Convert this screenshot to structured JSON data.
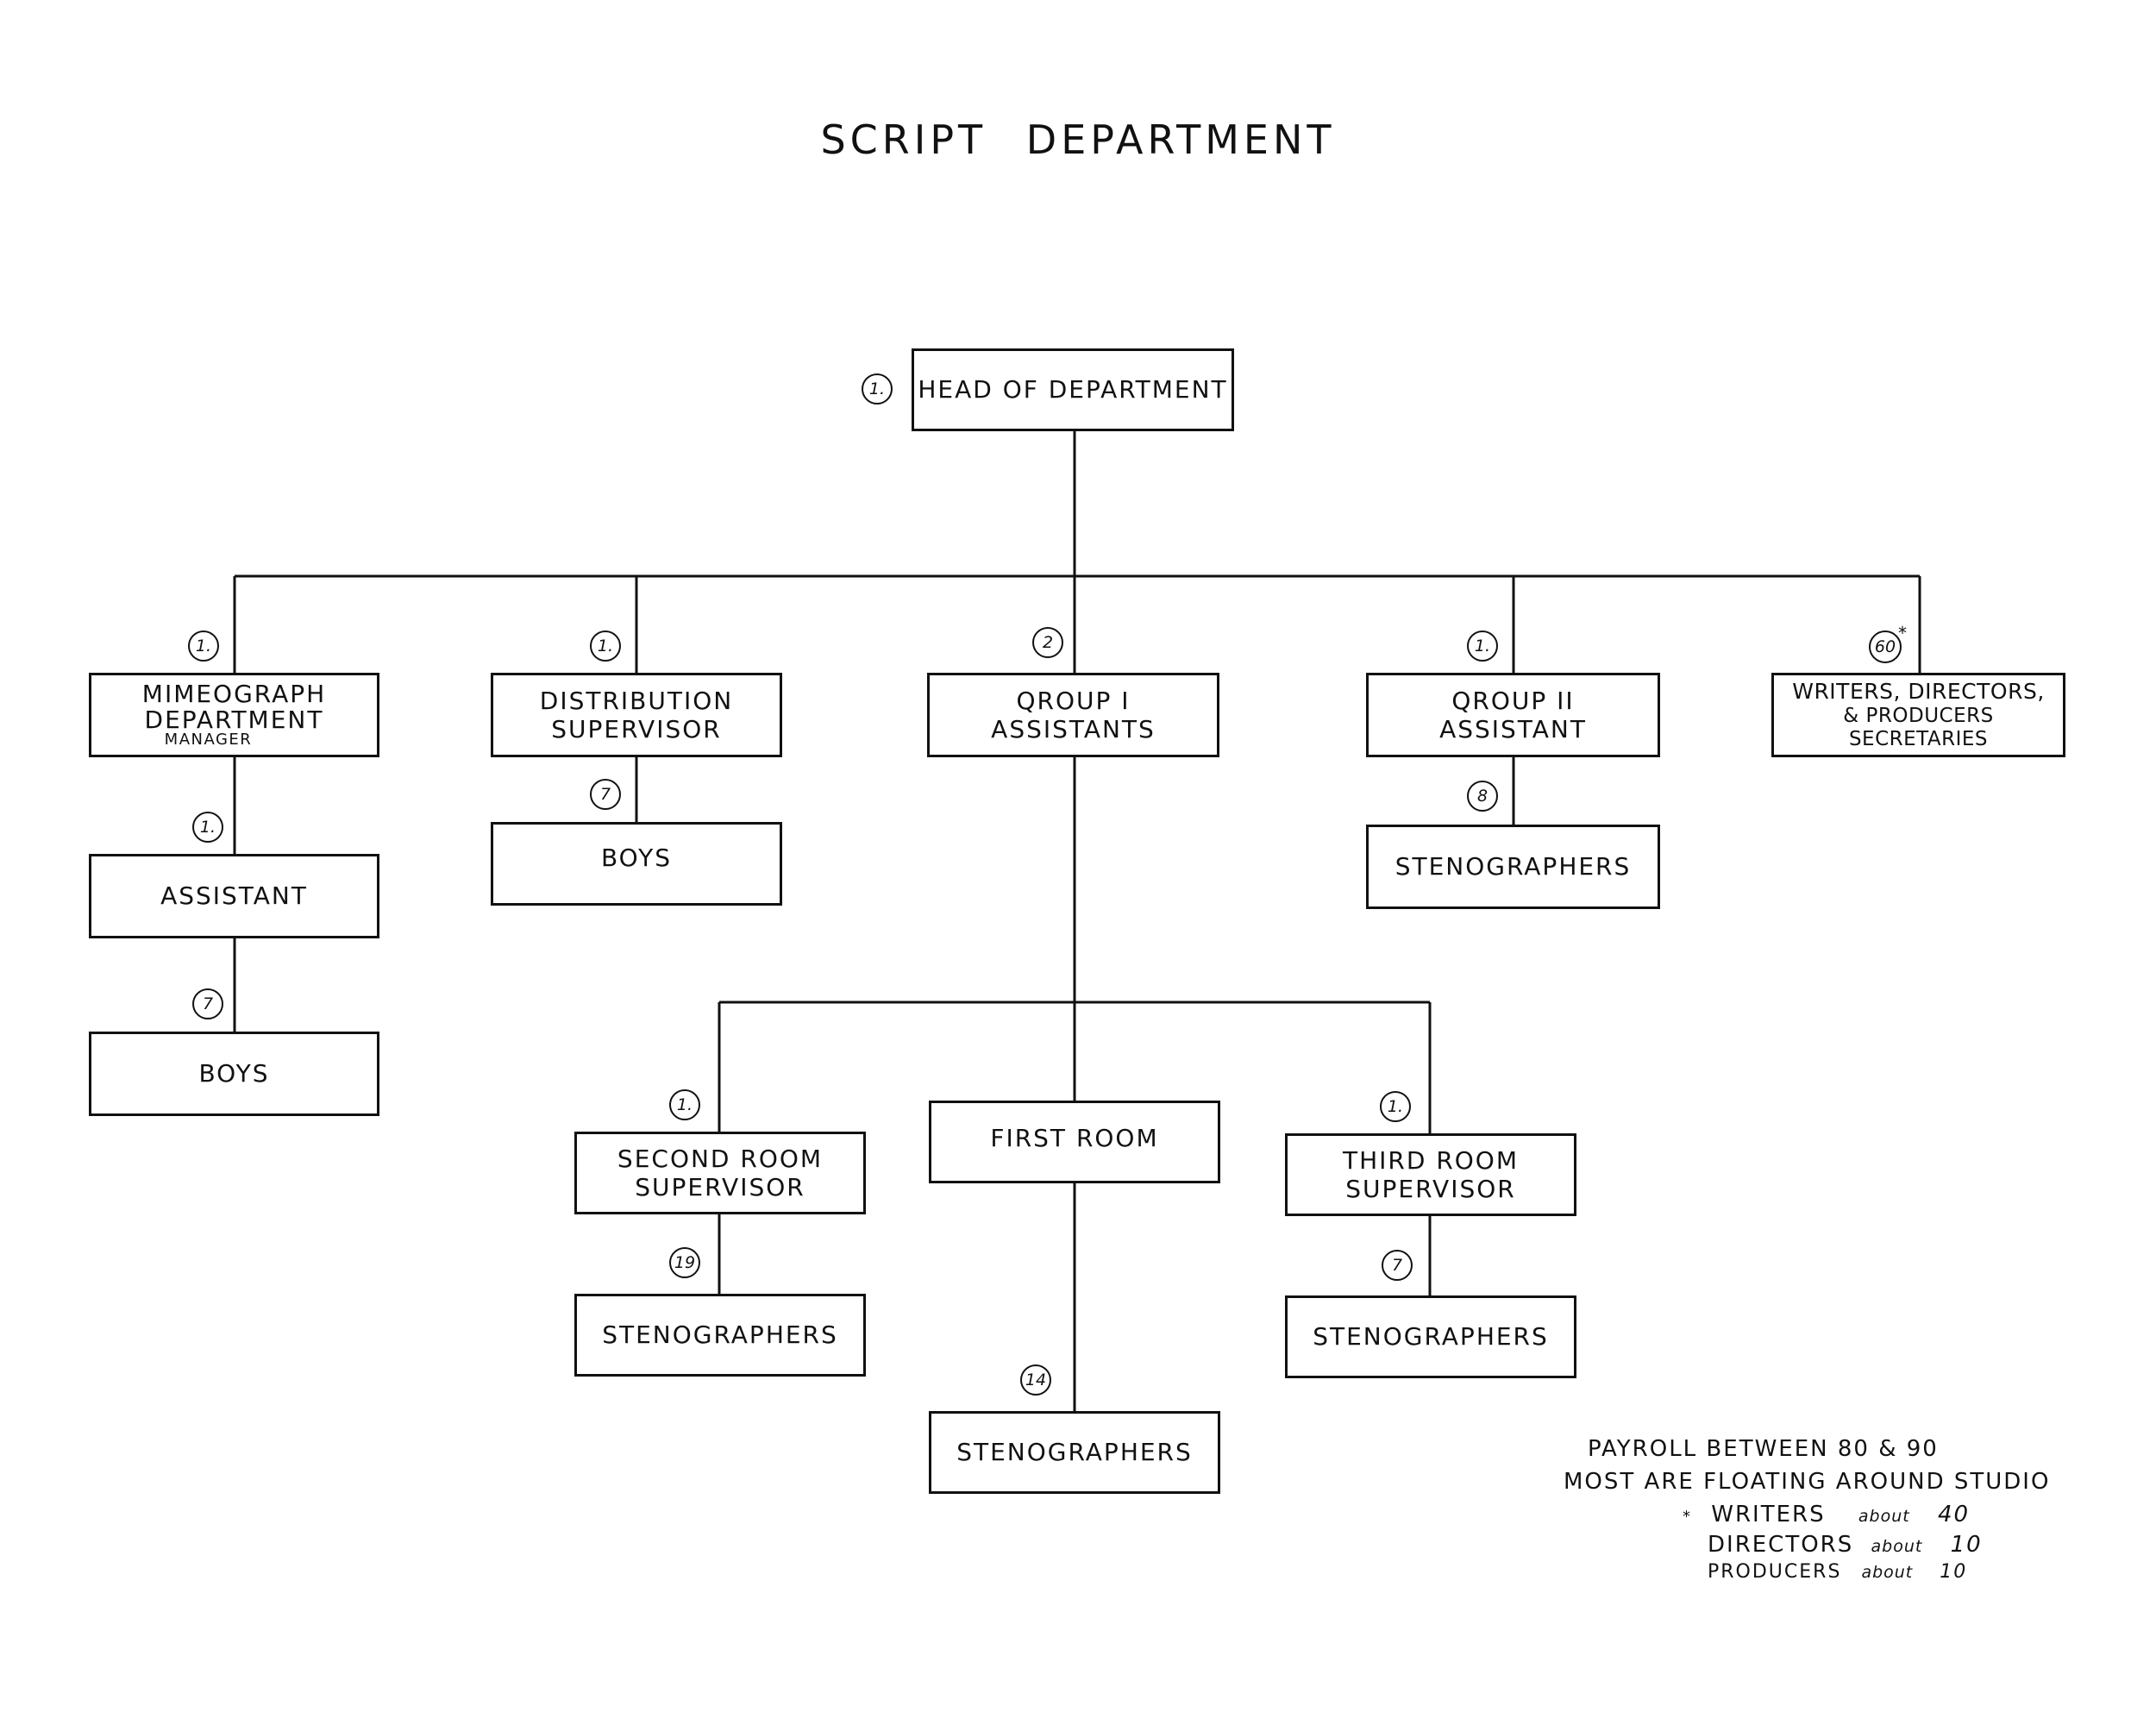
{
  "title": "SCRIPT DEPARTMENT",
  "nodes": {
    "head": {
      "label": "HEAD OF DEPARTMENT",
      "count": "1."
    },
    "mimeograph": {
      "label": "MIMEOGRAPH",
      "label2": "DEPARTMENT",
      "sub": "MANAGER",
      "count": "1."
    },
    "mimeo_assistant": {
      "label": "ASSISTANT",
      "count": "1."
    },
    "mimeo_boys": {
      "label": "BOYS",
      "count": "7"
    },
    "distribution": {
      "label": "DISTRIBUTION",
      "label2": "SUPERVISOR",
      "count": "1."
    },
    "dist_boys": {
      "label": "BOYS",
      "count": "7"
    },
    "group1": {
      "label": "QROUP  I",
      "label2": "ASSISTANTS",
      "count": "2"
    },
    "group2": {
      "label": "QROUP  II",
      "label2": "ASSISTANT",
      "count": "1."
    },
    "group2_steno": {
      "label": "STENOGRAPHERS",
      "count": "8"
    },
    "writers": {
      "label": "WRITERS, DIRECTORS,",
      "label2": "& PRODUCERS SECRETARIES",
      "count": "60",
      "mark": "*"
    },
    "second_room": {
      "label": "SECOND  ROOM",
      "label2": "SUPERVISOR",
      "count": "1."
    },
    "second_steno": {
      "label": "STENOGRAPHERS",
      "count": "19"
    },
    "first_room": {
      "label": "FIRST  ROOM"
    },
    "first_steno": {
      "label": "STENOGRAPHERS",
      "count": "14"
    },
    "third_room": {
      "label": "THIRD  ROOM",
      "label2": "SUPERVISOR",
      "count": "1."
    },
    "third_steno": {
      "label": "STENOGRAPHERS",
      "count": "7"
    }
  },
  "notes": {
    "line1": "PAYROLL  BETWEEN  80  &  90",
    "line2": "MOST  ARE  FLOATING  AROUND  STUDIO",
    "star": "*",
    "writers_label": "WRITERS",
    "writers_about": "about",
    "writers_num": "40",
    "directors_label": "DIRECTORS",
    "directors_about": "about",
    "directors_num": "10",
    "producers_label": "PRODUCERS",
    "producers_about": "about",
    "producers_num": "10"
  }
}
